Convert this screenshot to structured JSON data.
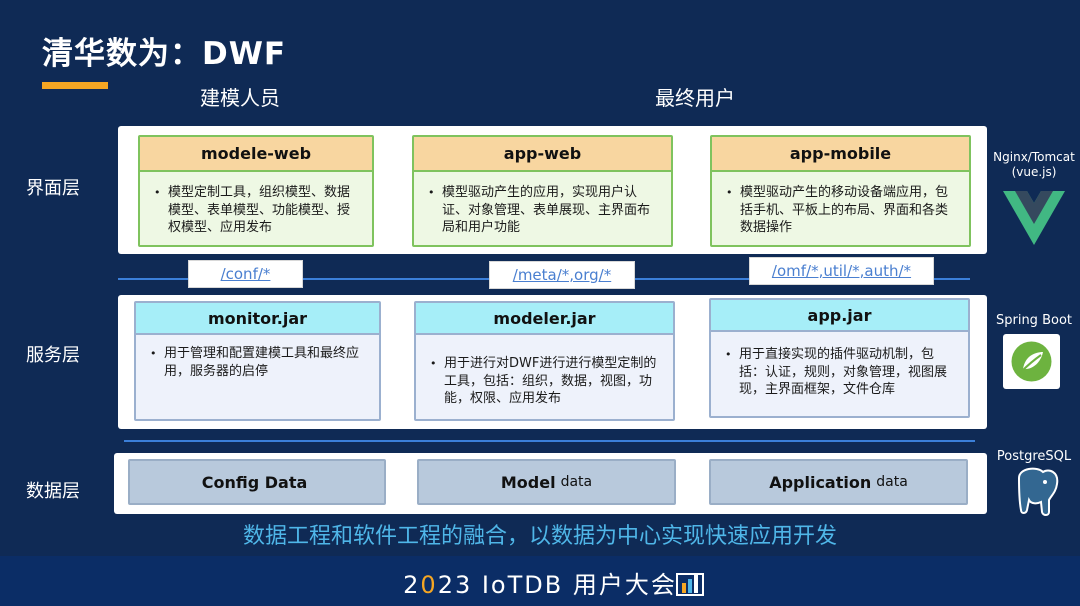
{
  "slide": {
    "title": "清华数为：DWF",
    "col_modelers": "建模人员",
    "col_endusers": "最终用户",
    "tagline": "数据工程和软件工程的融合，以数据为中心实现快速应用开发"
  },
  "layers": {
    "ui": "界面层",
    "service": "服务层",
    "data": "数据层"
  },
  "ui_cards": [
    {
      "title": "modele-web",
      "desc": "模型定制工具，组织模型、数据模型、表单模型、功能模型、授权模型、应用发布"
    },
    {
      "title": "app-web",
      "desc": "模型驱动产生的应用，实现用户认证、对象管理、表单展现、主界面布局和用户功能"
    },
    {
      "title": "app-mobile",
      "desc": "模型驱动产生的移动设备端应用，包括手机、平板上的布局、界面和各类数据操作"
    }
  ],
  "paths": [
    "/conf/*",
    "/meta/*,org/*",
    "/omf/*,util/*,auth/*"
  ],
  "service_cards": [
    {
      "title": "monitor.jar",
      "desc": "用于管理和配置建模工具和最终应用，服务器的启停"
    },
    {
      "title": "modeler.jar",
      "desc": "用于进行对DWF进行进行模型定制的工具，包括：组织，数据，视图，功能，权限、应用发布"
    },
    {
      "title": "app.jar",
      "desc": "用于直接实现的插件驱动机制，包括：认证，规则，对象管理，视图展现，主界面框架，文件仓库"
    }
  ],
  "data_boxes": [
    {
      "main": "Config Data",
      "suffix": ""
    },
    {
      "main": "Model",
      "suffix": "data"
    },
    {
      "main": "Application",
      "suffix": "data"
    }
  ],
  "tech": {
    "ui": "Nginx/Tomcat\n(vue.js)",
    "service": "Spring Boot",
    "data": "PostgreSQL"
  },
  "footer": {
    "pre": "2",
    "accent": "0",
    "post": "23 IoTDB 用户大会"
  },
  "colors": {
    "background": "#0f2a55",
    "title_underline": "#f5a623",
    "ui_card_header": "#f8d6a0",
    "service_card_header": "#a6eef8",
    "tagline": "#4fb6e8"
  }
}
